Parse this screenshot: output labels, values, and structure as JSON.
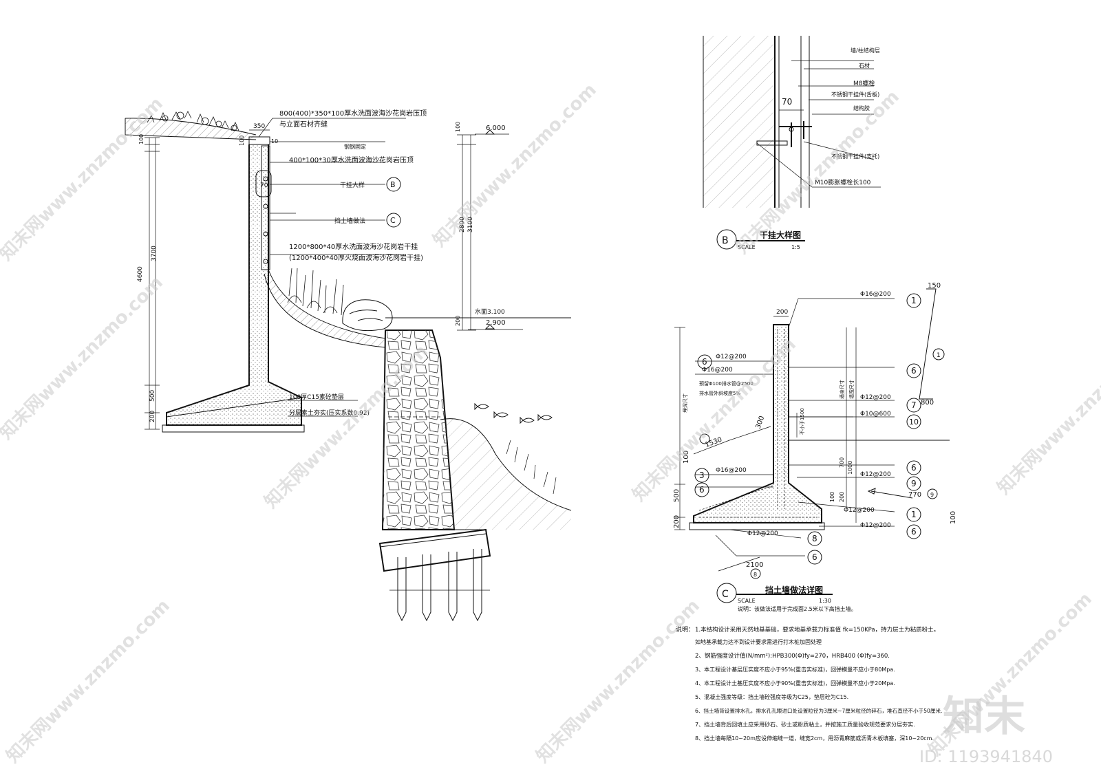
{
  "left_section": {
    "callouts": [
      "800(400)*350*100厚水洗面波海沙花岗岩压顶",
      "与立面石材齐缝",
      "钢钢固定",
      "400*100*30厚水洗面波海沙花岗岩压顶",
      "干挂大样",
      "挡土墙做法",
      "1200*800*40厚水洗面波海沙花岗岩干挂",
      "(1200*400*40厚火烧面波海沙花岗岩干挂)",
      "100厚C15素砼垫层",
      "分层素土夯实(压实系数0.92)"
    ],
    "detail_markers": [
      "B",
      "C"
    ],
    "dims": [
      "350",
      "100",
      "100",
      "10",
      "70",
      "3700",
      "4600",
      "500",
      "200",
      "2800",
      "3100",
      "100",
      "200",
      "6.000",
      "2.900"
    ],
    "water_level": "水面3.100"
  },
  "detail_b": {
    "labels": [
      "墙/柱结构层",
      "石材",
      "M8螺栓",
      "不锈钢干挂件(舌板)",
      "结构胶",
      "不锈钢干挂件(支托)",
      "M10膨胀螺栓长100"
    ],
    "dim": "70",
    "marker": "B",
    "title": "干挂大样图",
    "scale_label": "SCALE",
    "scale": "1:5"
  },
  "detail_c": {
    "rebar": [
      "Φ16@200",
      "Φ12@200",
      "Φ16@200",
      "Φ12@200",
      "Φ10@600",
      "Φ12@200",
      "Φ16@200",
      "Φ12@200",
      "Φ12@200",
      "Φ12@200"
    ],
    "numbers": [
      "1",
      "6",
      "6",
      "7",
      "10",
      "6",
      "9",
      "1",
      "6",
      "8",
      "6",
      "3",
      "6",
      "1",
      "9",
      "8"
    ],
    "notes": [
      "预留Φ100排水管@2500",
      "排水管外斜坡度5%",
      "不小于1500",
      "埋深尺寸",
      "墙身尺寸",
      "墙宽尺寸"
    ],
    "dims": [
      "200",
      "1530",
      "300",
      "100",
      "500",
      "200",
      "700",
      "1000",
      "200",
      "100",
      "2100",
      "150",
      "800",
      "770",
      "100"
    ],
    "marker": "C",
    "title": "挡土墙做法详图",
    "scale_label": "SCALE",
    "scale": "1:30",
    "subnote": "说明：该做法适用于完成面2.5米以下高挡土墙。"
  },
  "notes": {
    "heading": "说明：",
    "items": [
      "1.本结构设计采用天然地基基础，要求地基承载力标准值 fk=150KPa，持力层土为粘质粉土。",
      "   如地基承载力达不到设计要求需进行打木桩加固处理",
      "2、钢筋强度设计值(N/mm²):HPB300(Φ)fy=270，HRB400 (Φ)fy=360.",
      "3、本工程设计基层压实度不应小于95%(重击实标准)，回弹模量不应小于80Mpa.",
      "4、本工程设计土基压实度不应小于90%(重击实标准)，回弹模量不应小于20Mpa.",
      "5、混凝土强度等级：挡土墙砼强度等级为C25，垫层砼为C15.",
      "6、挡土墙背设置排水孔，排水孔孔眼进口处设置粒径为3厘米~7厘米粒径的碎石，堆石直径不小于50厘米.",
      "7、挡土墙背后回填土应采用砂石、砂土或粉质粘土，并按施工质量验收规范要求分层夯实.",
      "8、挡土墙每隔10~20m应设伸缩缝一道，缝宽2cm，用沥青麻筋或沥青木板填塞，深10~20cm."
    ]
  },
  "watermarks": {
    "diag": "知末网www.znzmo.com",
    "logo": "知末",
    "id": "ID: 1193941840"
  }
}
